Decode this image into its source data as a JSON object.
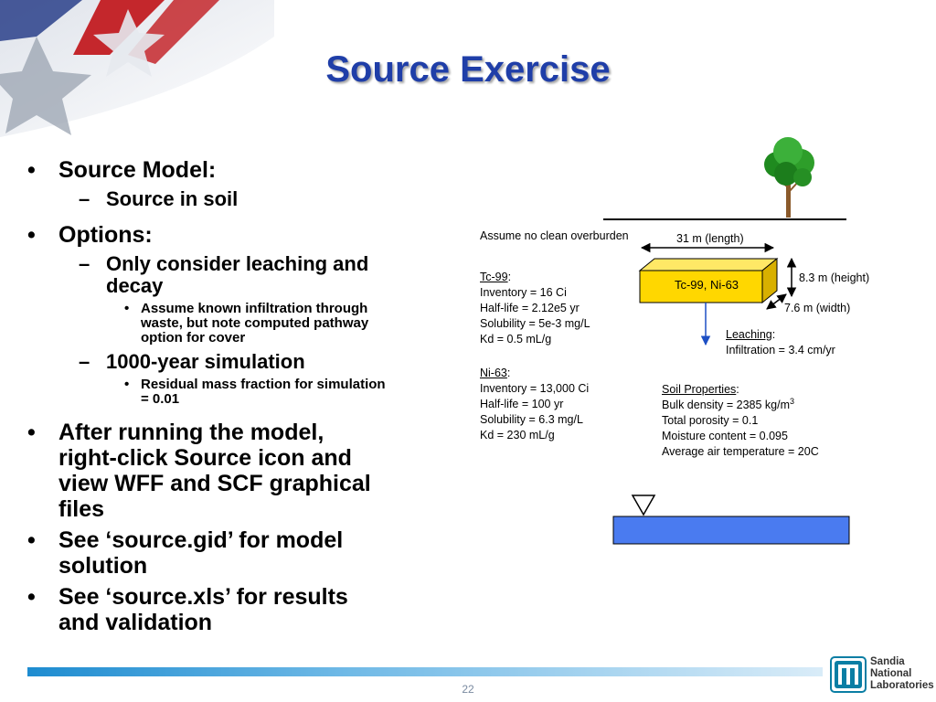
{
  "title": "Source Exercise",
  "bullets": {
    "source_model": "Source Model:",
    "source_in_soil": "Source in soil",
    "options": "Options:",
    "only_consider_1": "Only consider leaching and",
    "only_consider_2": "decay",
    "assume_1": "Assume known infiltration through",
    "assume_2": "waste, but note computed pathway",
    "assume_3": "option for cover",
    "simulation": "1000-year simulation",
    "residual_1": "Residual mass fraction for simulation",
    "residual_2": "= 0.01",
    "after_1": "After running the model,",
    "after_2": "right-click Source icon and",
    "after_3": "view WFF and SCF graphical",
    "after_4": "files",
    "gid_1": "See ‘source.gid’ for model",
    "gid_2": "solution",
    "xls_1": "See ‘source.xls’ for results",
    "xls_2": "and validation"
  },
  "diagram": {
    "overburden": "Assume no clean overburden",
    "length": "31 m (length)",
    "height": "8.3 m (height)",
    "width": "7.6 m (width)",
    "box_label": "Tc-99, Ni-63",
    "tc99": {
      "name": "Tc-99",
      "colon": ":",
      "inventory": "Inventory = 16 Ci",
      "half_life": "Half-life = 2.12e5 yr",
      "solubility": "Solubility = 5e-3 mg/L",
      "kd": "Kd = 0.5 mL/g"
    },
    "ni63": {
      "name": "Ni-63",
      "colon": ":",
      "inventory": "Inventory = 13,000 Ci",
      "half_life": "Half-life = 100 yr",
      "solubility": "Solubility = 6.3 mg/L",
      "kd": "Kd = 230 mL/g"
    },
    "leaching": {
      "name": "Leaching",
      "colon": ":",
      "infiltration": "Infiltration = 3.4 cm/yr"
    },
    "soil": {
      "name": "Soil Properties",
      "colon": ":",
      "bulk_density": "Bulk density = 2385 kg/m",
      "bulk_density_exp": "3",
      "porosity": "Total porosity = 0.1",
      "moisture": "Moisture content = 0.095",
      "air_temp": "Average air temperature = 20C"
    }
  },
  "footer": {
    "page_number": "22",
    "logo_line1": "Sandia",
    "logo_line2": "National",
    "logo_line3": "Laboratories"
  },
  "colors": {
    "title": "#1f3ea8",
    "source_box": "#ffd700",
    "water_table": "#4a7bf0",
    "arrow": "#1d4fc4"
  }
}
